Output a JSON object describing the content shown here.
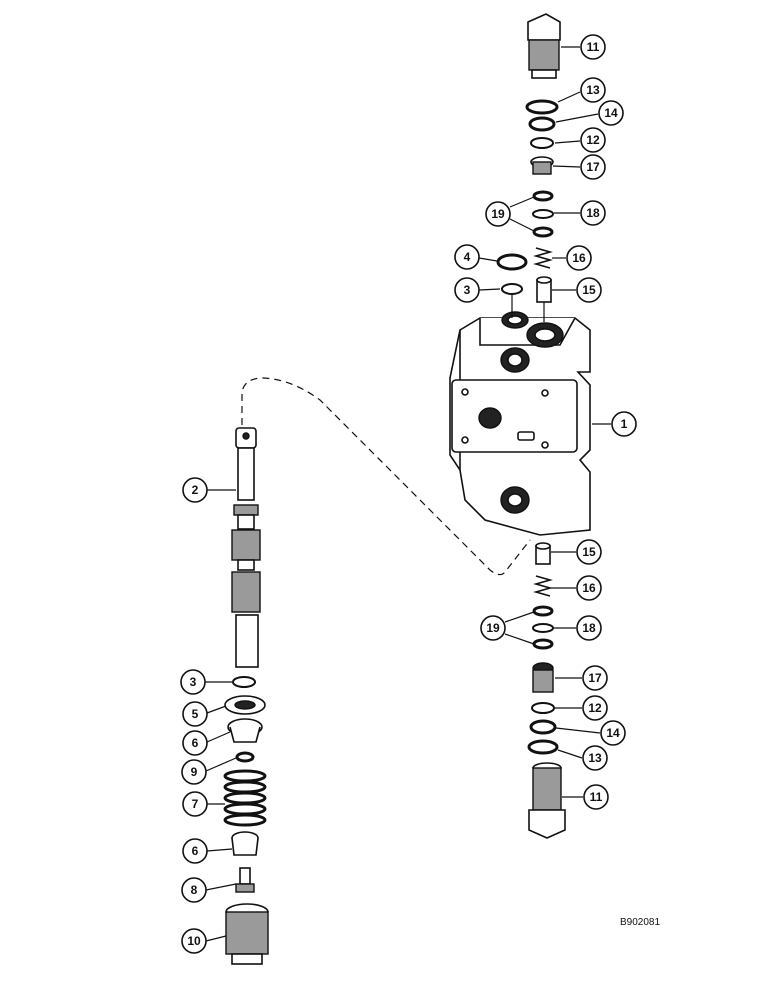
{
  "figure_code": "B902081",
  "callouts": [
    {
      "label": "1"
    },
    {
      "label": "2"
    },
    {
      "label": "3"
    },
    {
      "label": "3"
    },
    {
      "label": "4"
    },
    {
      "label": "5"
    },
    {
      "label": "6"
    },
    {
      "label": "6"
    },
    {
      "label": "7"
    },
    {
      "label": "8"
    },
    {
      "label": "9"
    },
    {
      "label": "10"
    },
    {
      "label": "11"
    },
    {
      "label": "11"
    },
    {
      "label": "12"
    },
    {
      "label": "12"
    },
    {
      "label": "13"
    },
    {
      "label": "13"
    },
    {
      "label": "14"
    },
    {
      "label": "14"
    },
    {
      "label": "15"
    },
    {
      "label": "15"
    },
    {
      "label": "16"
    },
    {
      "label": "16"
    },
    {
      "label": "17"
    },
    {
      "label": "17"
    },
    {
      "label": "18"
    },
    {
      "label": "18"
    },
    {
      "label": "19"
    },
    {
      "label": "19"
    }
  ]
}
